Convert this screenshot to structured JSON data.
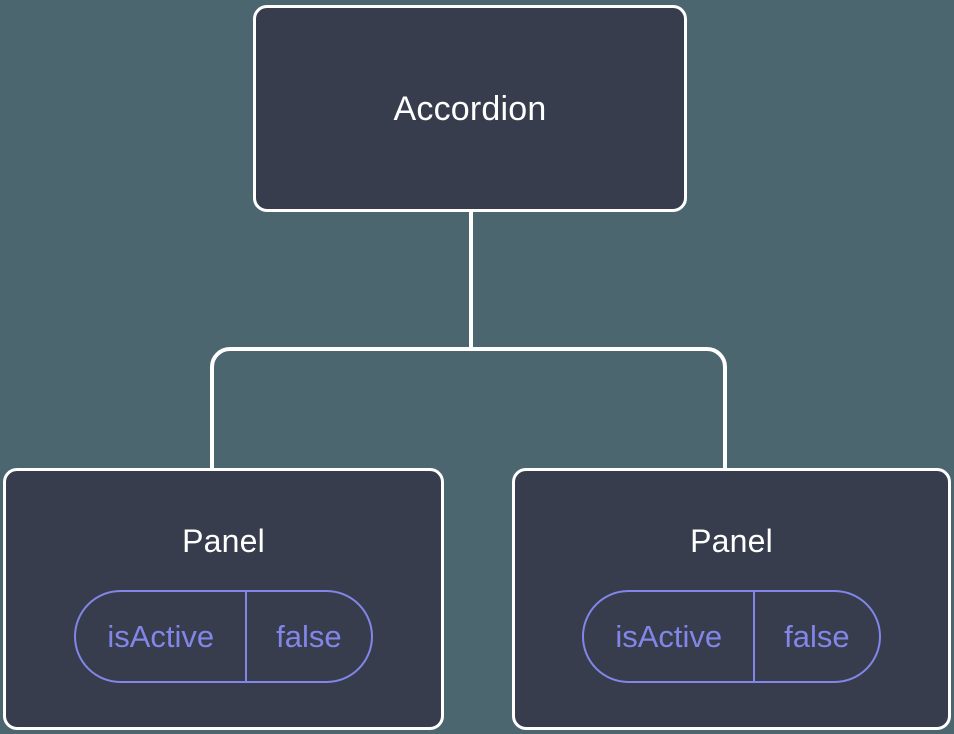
{
  "diagram": {
    "type": "component-tree",
    "background_color": "#4c6670",
    "node_fill_color": "#373d4c",
    "node_border_color": "#ffffff",
    "connector_color": "#ffffff",
    "accent_color": "#8186e8",
    "root": {
      "label": "Accordion"
    },
    "children": [
      {
        "label": "Panel",
        "prop": {
          "key": "isActive",
          "value": "false"
        }
      },
      {
        "label": "Panel",
        "prop": {
          "key": "isActive",
          "value": "false"
        }
      }
    ]
  }
}
